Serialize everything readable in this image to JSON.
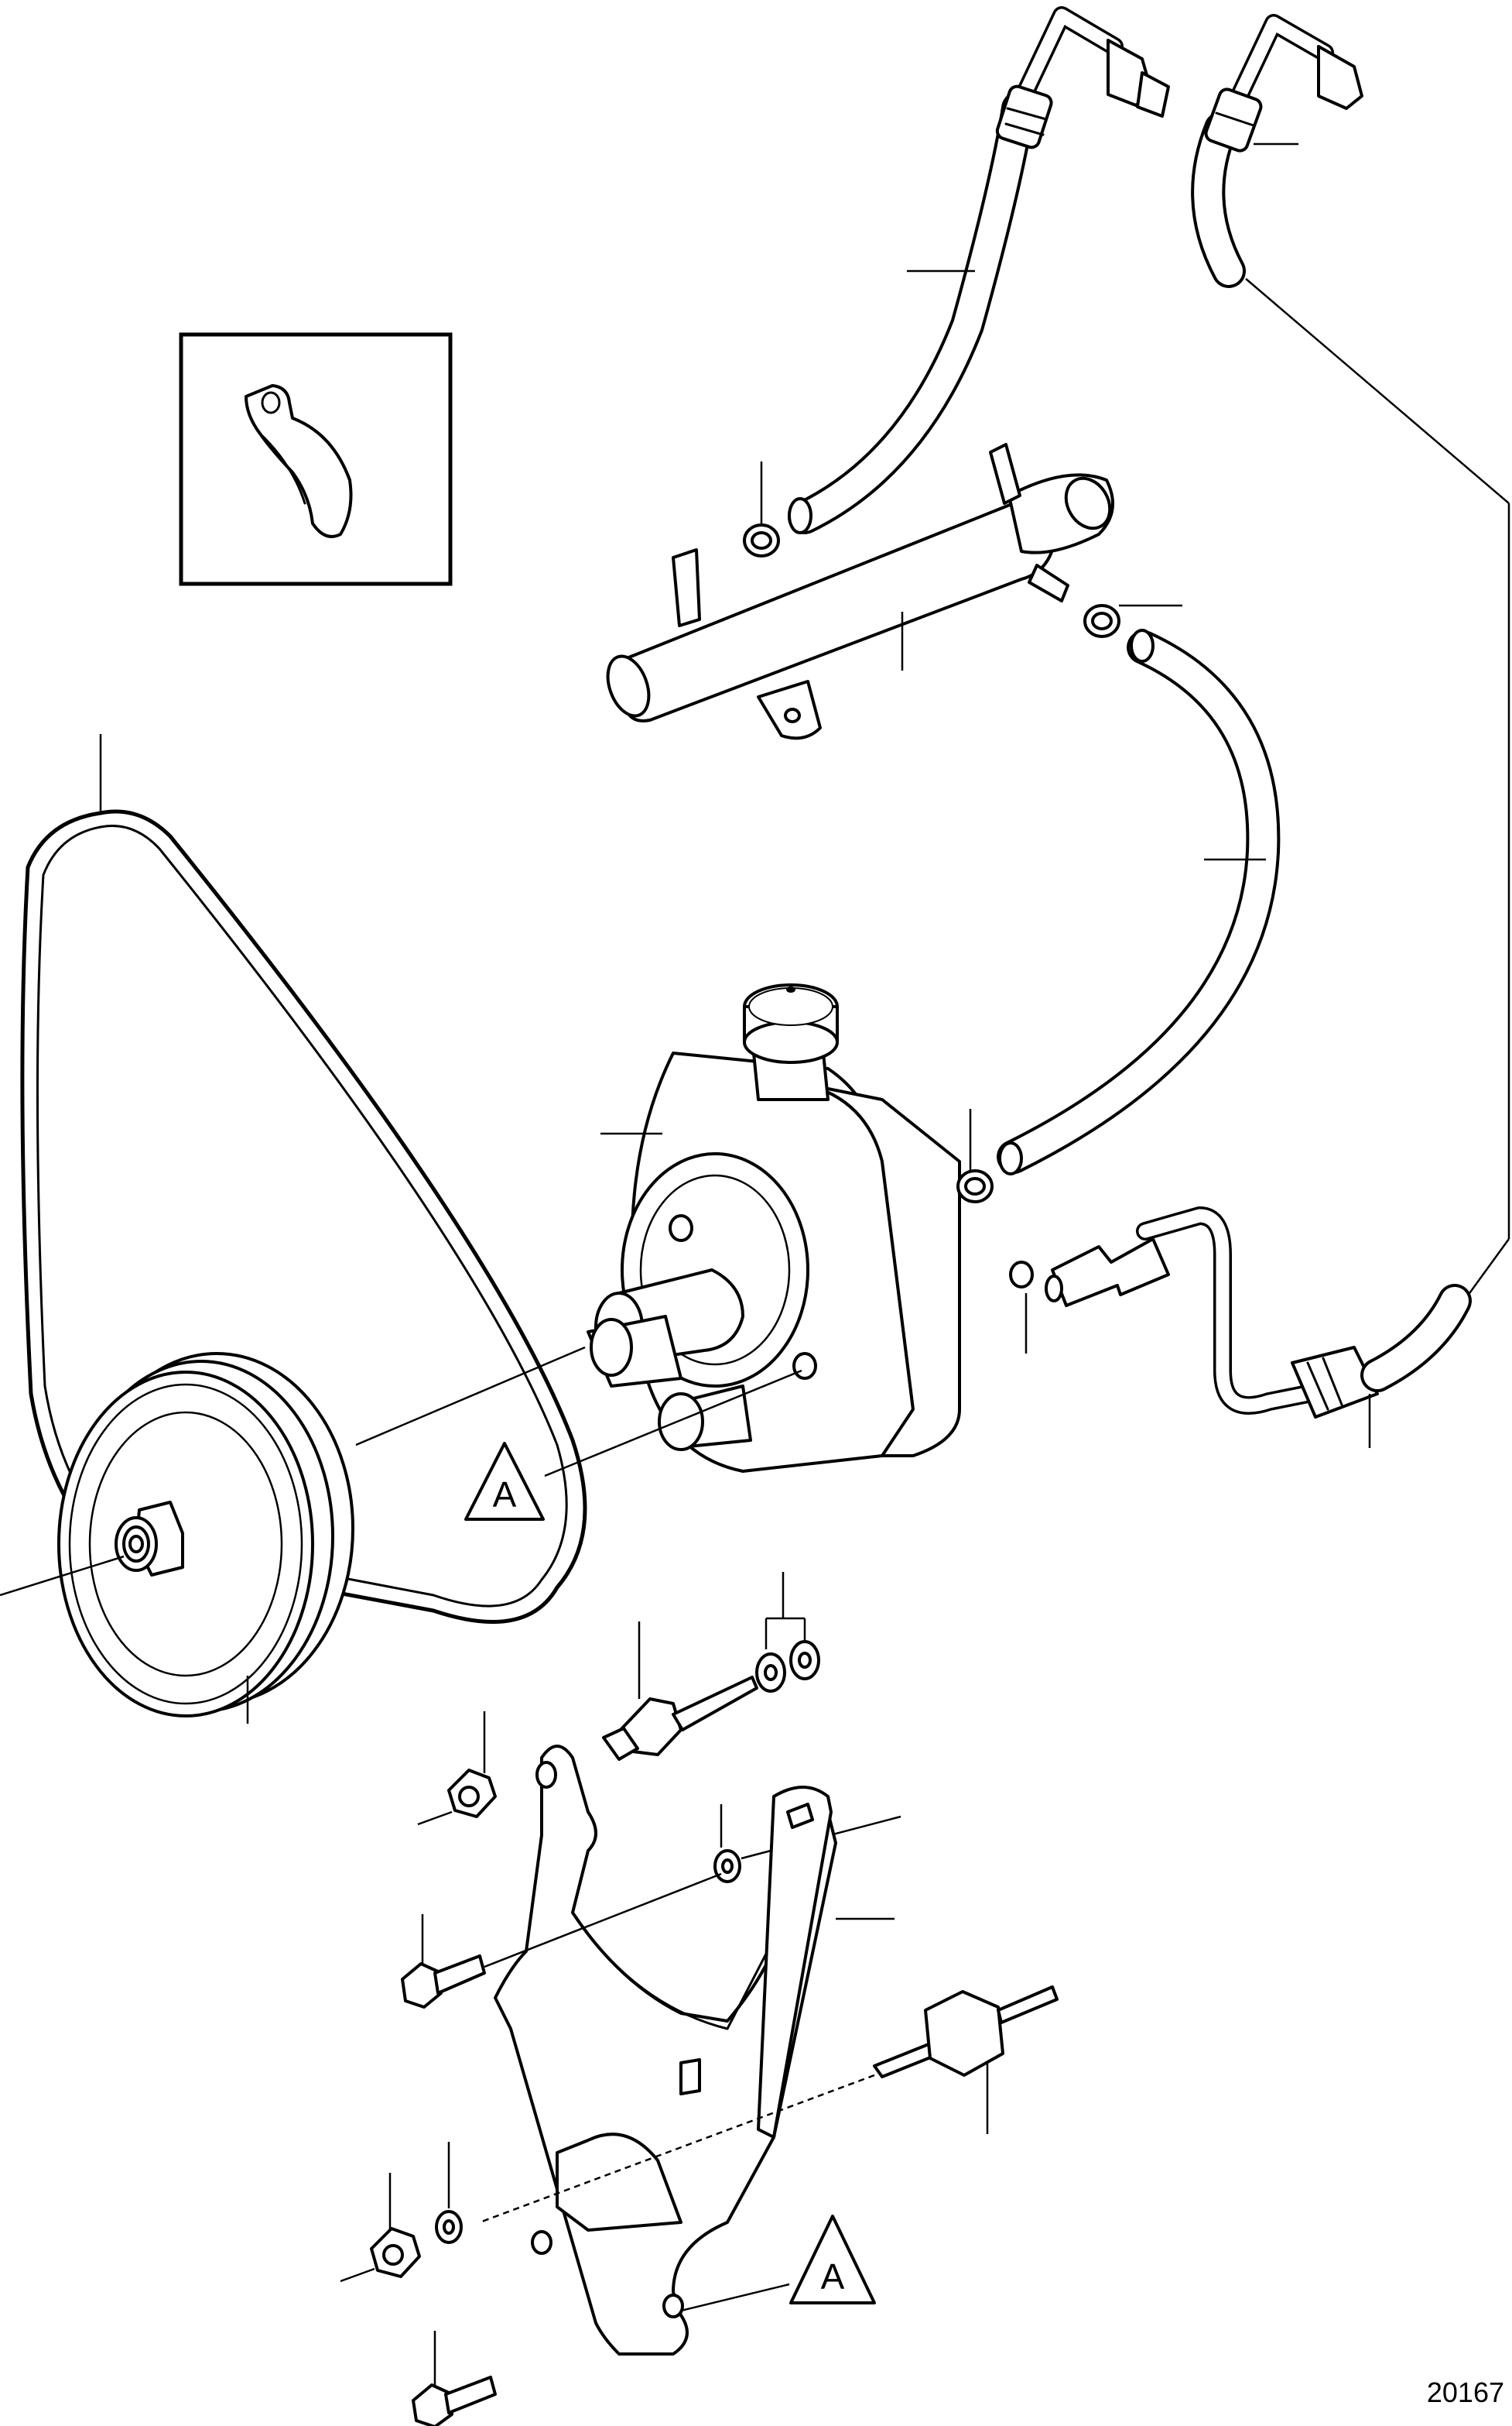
{
  "figure": {
    "number": "20167",
    "reference_marks": [
      "A",
      "A"
    ]
  },
  "parts": [
    {
      "name": "pressure-hose-upper-right"
    },
    {
      "name": "return-hose-upper"
    },
    {
      "name": "hose-clip-inset"
    },
    {
      "name": "hose-clamp"
    },
    {
      "name": "cooler-pipe"
    },
    {
      "name": "hose-clamp-right"
    },
    {
      "name": "drive-belt"
    },
    {
      "name": "suction-hose"
    },
    {
      "name": "power-steering-pump"
    },
    {
      "name": "hose-clamp-pump"
    },
    {
      "name": "o-ring"
    },
    {
      "name": "pressure-hose-fitting"
    },
    {
      "name": "pulley"
    },
    {
      "name": "pulley-nut"
    },
    {
      "name": "stud-bolt"
    },
    {
      "name": "washers"
    },
    {
      "name": "flange-nut-upper"
    },
    {
      "name": "washer-middle"
    },
    {
      "name": "bracket"
    },
    {
      "name": "bolt-upper"
    },
    {
      "name": "spacer-stud"
    },
    {
      "name": "flange-nut-lower"
    },
    {
      "name": "washer-lower"
    },
    {
      "name": "bolt-lower"
    }
  ]
}
